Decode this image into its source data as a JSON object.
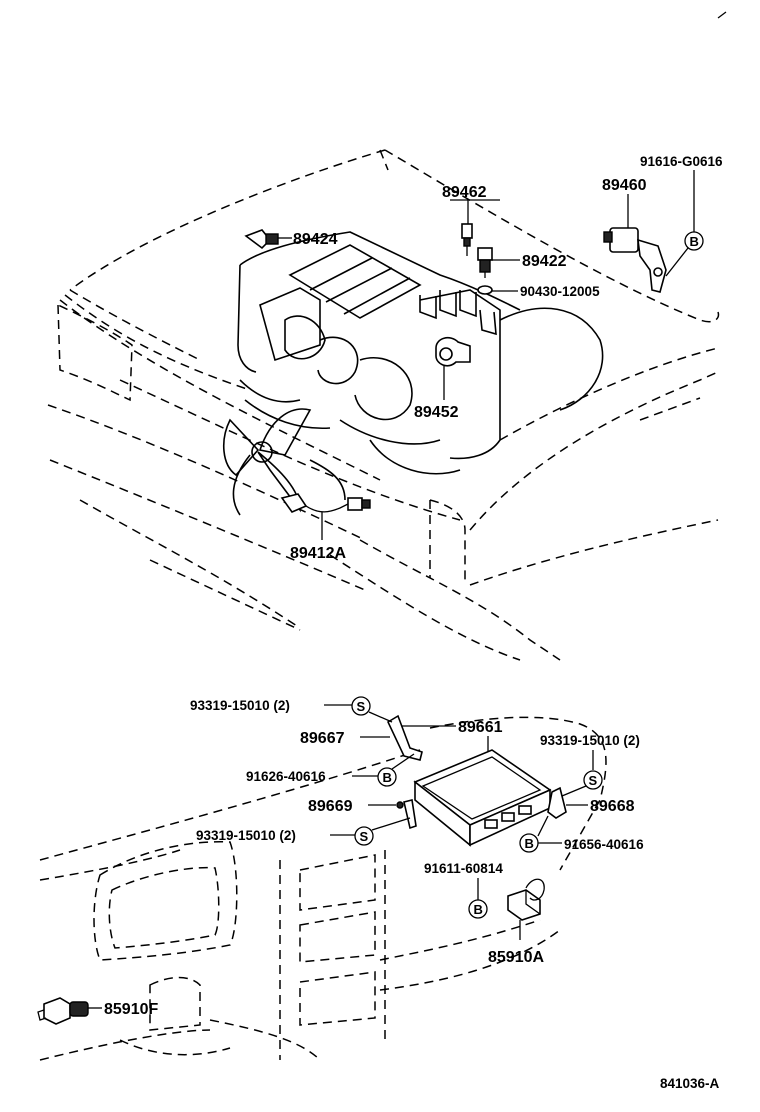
{
  "diagram_id": "841036-A",
  "labels": {
    "p89462": "89462",
    "p89460": "89460",
    "p91616": "91616-G0616",
    "p89424": "89424",
    "p89422": "89422",
    "p90430": "90430-12005",
    "p89452": "89452",
    "p89412A": "89412A",
    "p93319_a": "93319-15010 (2)",
    "p89661": "89661",
    "p89667": "89667",
    "p93319_b": "93319-15010 (2)",
    "p91626": "91626-40616",
    "p89669": "89669",
    "p89668": "89668",
    "p93319_c": "93319-15010 (2)",
    "p91656": "91656-40616",
    "p91611": "91611-60814",
    "p85910A": "85910A",
    "p85910F": "85910F"
  },
  "markers": {
    "s": "S",
    "b": "B"
  }
}
